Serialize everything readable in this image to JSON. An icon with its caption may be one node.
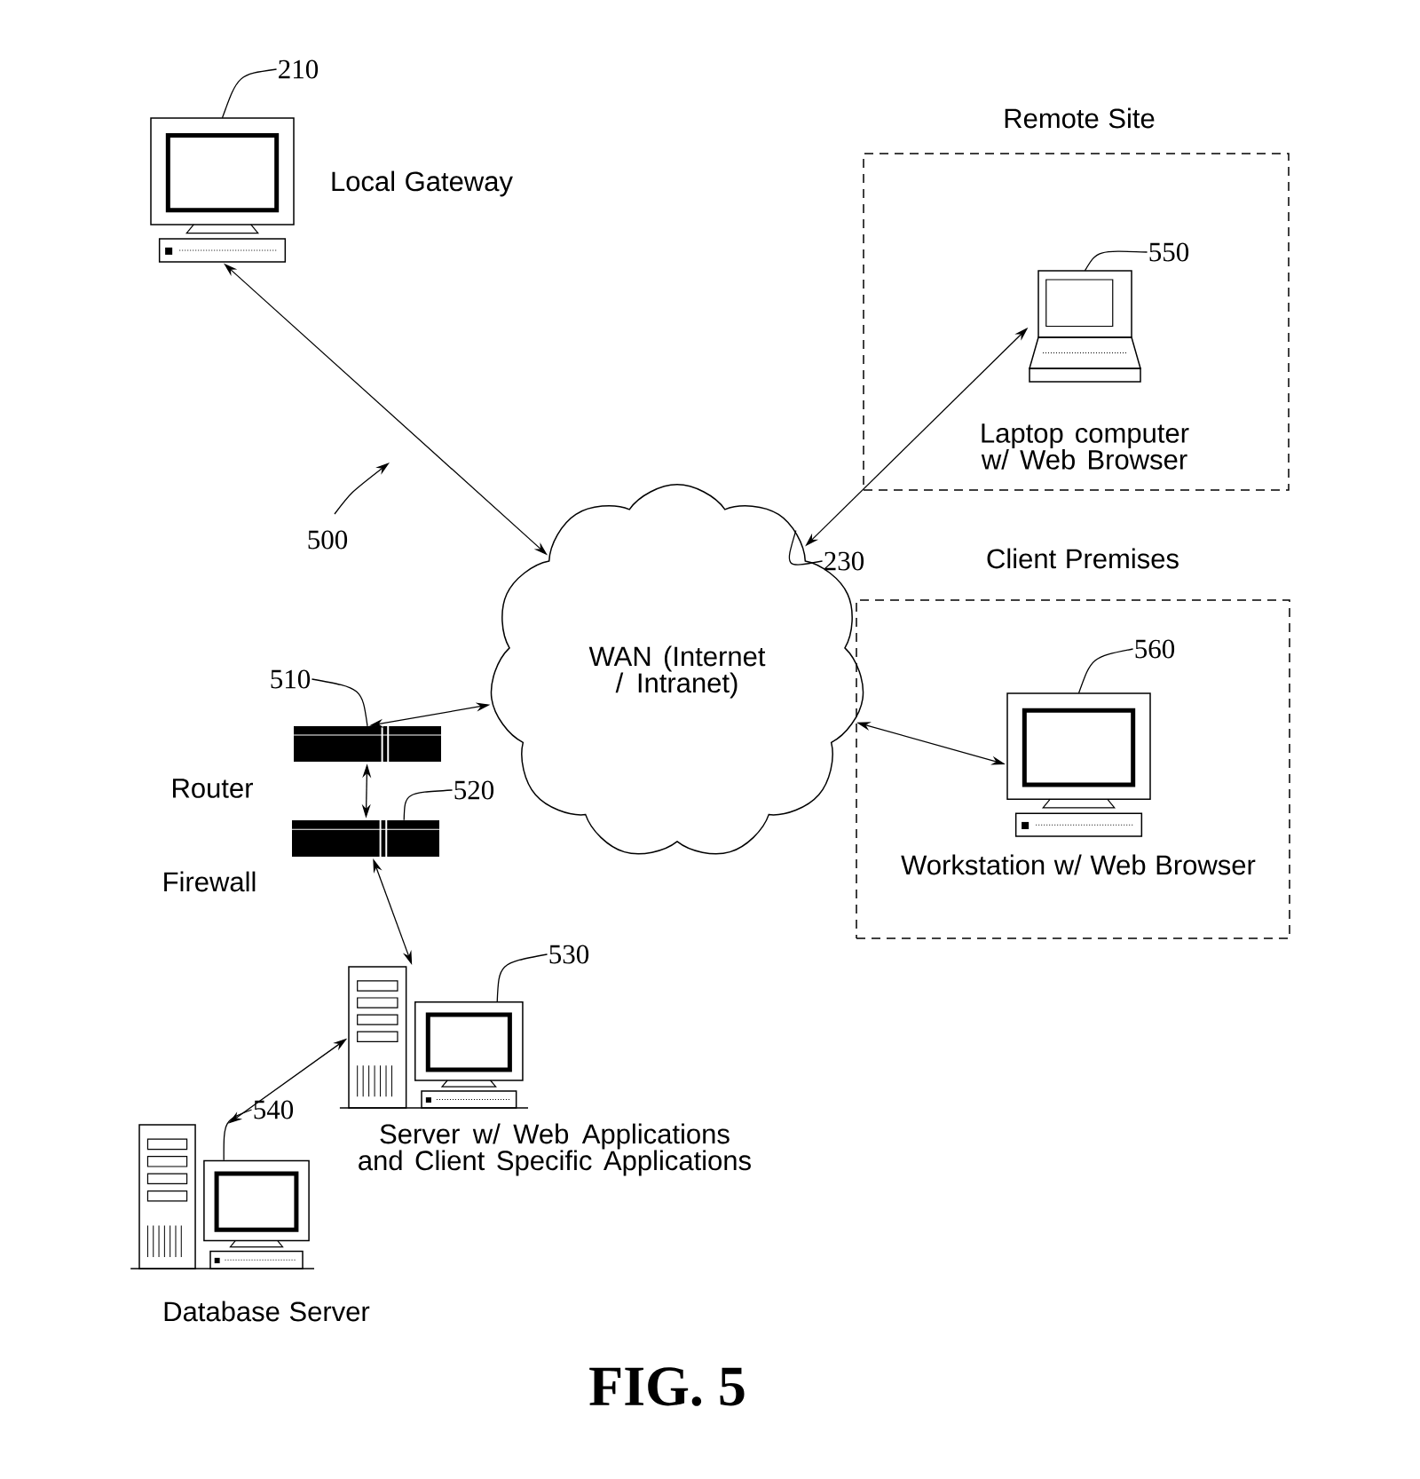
{
  "diagram": {
    "caption": "FIG. 5",
    "nodes": [
      {
        "text": [
          "Local Gateway"
        ]
      },
      {
        "text": [
          "Remote Site"
        ]
      },
      {
        "text": [
          "Laptop computer w/ Web Browser"
        ],
        "in": 1
      },
      {
        "text": [
          "WAN (Internet / Intranet)"
        ]
      },
      {
        "text": [
          "Client Premises"
        ]
      },
      {
        "text": [
          "Workstation w/ Web Browser"
        ],
        "in": 4
      },
      {
        "text": [
          "Router"
        ]
      },
      {
        "text": [
          "Firewall"
        ]
      },
      {
        "text": [
          "Server w/ Web Applications and Client Specific Applications"
        ]
      },
      {
        "text": [
          "Database Server"
        ]
      },
      {
        "text": [
          "210"
        ]
      },
      {
        "text": [
          "550"
        ],
        "in": 1
      },
      {
        "text": [
          "230"
        ]
      },
      {
        "text": [
          "560"
        ],
        "in": 4
      },
      {
        "text": [
          "510"
        ]
      },
      {
        "text": [
          "520"
        ]
      },
      {
        "text": [
          "530"
        ]
      },
      {
        "text": [
          "540"
        ]
      }
    ],
    "edges": [
      {
        "from": 0,
        "to": 3,
        "arrow": "both"
      },
      {
        "from": 2,
        "to": 3,
        "arrow": "both"
      },
      {
        "from": 6,
        "to": 3,
        "arrow": "both"
      },
      {
        "from": 3,
        "to": 5,
        "arrow": "both"
      },
      {
        "from": 6,
        "to": 7,
        "arrow": "both"
      },
      {
        "from": 7,
        "to": 8,
        "arrow": "both"
      },
      {
        "from": 8,
        "to": 9,
        "arrow": "both"
      },
      {
        "from": 10,
        "to": 0,
        "arrow": "none"
      },
      {
        "from": 11,
        "to": 2,
        "arrow": "none"
      },
      {
        "from": 12,
        "to": 3,
        "arrow": "none"
      },
      {
        "from": 13,
        "to": 5,
        "arrow": "none"
      },
      {
        "from": 14,
        "to": 6,
        "arrow": "none"
      },
      {
        "from": 15,
        "to": 7,
        "arrow": "none"
      },
      {
        "from": 16,
        "to": 8,
        "arrow": "none"
      },
      {
        "from": 17,
        "to": 9,
        "arrow": "none"
      }
    ],
    "labels": [
      "500"
    ]
  }
}
